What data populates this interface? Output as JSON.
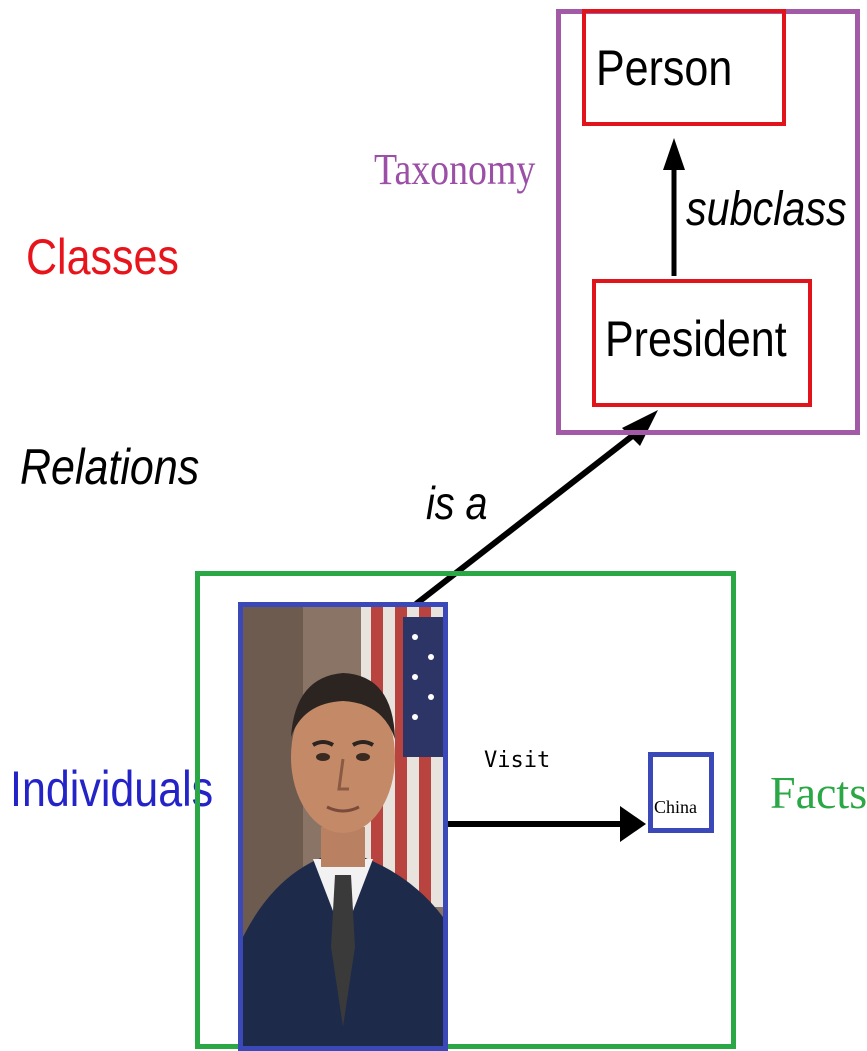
{
  "labels": {
    "classes": "Classes",
    "relations": "Relations",
    "individuals": "Individuals",
    "facts": "Facts",
    "taxonomy": "Taxonomy"
  },
  "taxonomy": {
    "person": "Person",
    "president": "President",
    "subclass_relation": "subclass"
  },
  "is_a_relation": "is a",
  "fact": {
    "relation": "Visit",
    "object": "China"
  },
  "colors": {
    "classes": "#e8141c",
    "individuals": "#2323c8",
    "facts": "#2aa846",
    "taxonomy": "#9b4fa6"
  }
}
